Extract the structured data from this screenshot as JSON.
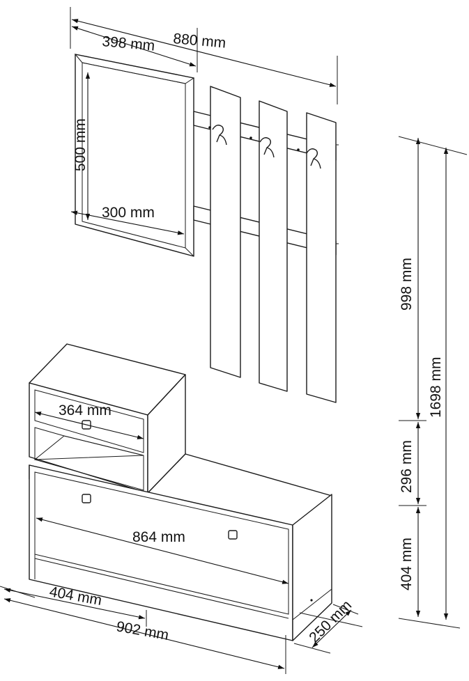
{
  "dimensions": {
    "mirror_outer_width": "398 mm",
    "overall_width_top": "880 mm",
    "mirror_height": "500 mm",
    "mirror_inner_width": "300 mm",
    "drawer_width": "364 mm",
    "bench_width": "864 mm",
    "cabinet_depth": "404 mm",
    "base_width": "902 mm",
    "bench_depth": "250 mm",
    "coat_rack_height": "998 mm",
    "total_height": "1698 mm",
    "upper_cabinet_height": "296 mm",
    "bench_height": "404 mm"
  }
}
